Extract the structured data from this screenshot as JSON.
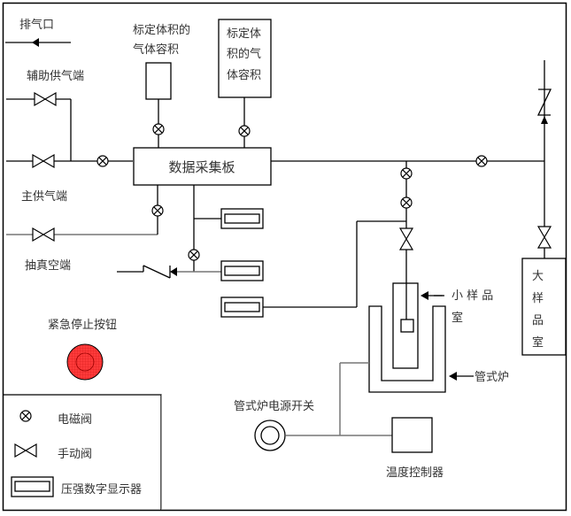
{
  "labels": {
    "exhaust": "排气口",
    "calib_volume_1": [
      "标定体积的",
      "气体容积"
    ],
    "calib_volume_2": [
      "标定体",
      "积的气",
      "体容积"
    ],
    "aux_supply": "辅助供气端",
    "main_supply": "主供气端",
    "vacuum": "抽真空端",
    "daq_board": "数据采集板",
    "small_chamber": [
      "小 样 品",
      "室"
    ],
    "large_chamber": [
      "大",
      "样",
      "品",
      "室"
    ],
    "tube_furnace": "管式炉",
    "furnace_power": "管式炉电源开关",
    "temp_controller": "温度控制器",
    "emergency_stop": "紧急停止按钮"
  },
  "legend": {
    "items": [
      {
        "icon": "solenoid-valve-icon",
        "label": "电磁阀"
      },
      {
        "icon": "manual-valve-icon",
        "label": "手动阀"
      },
      {
        "icon": "pressure-display-icon",
        "label": "压强数字显示器"
      }
    ]
  },
  "colors": {
    "emergency_button": "#ff3333",
    "line": "#000000",
    "text": "#333333"
  }
}
